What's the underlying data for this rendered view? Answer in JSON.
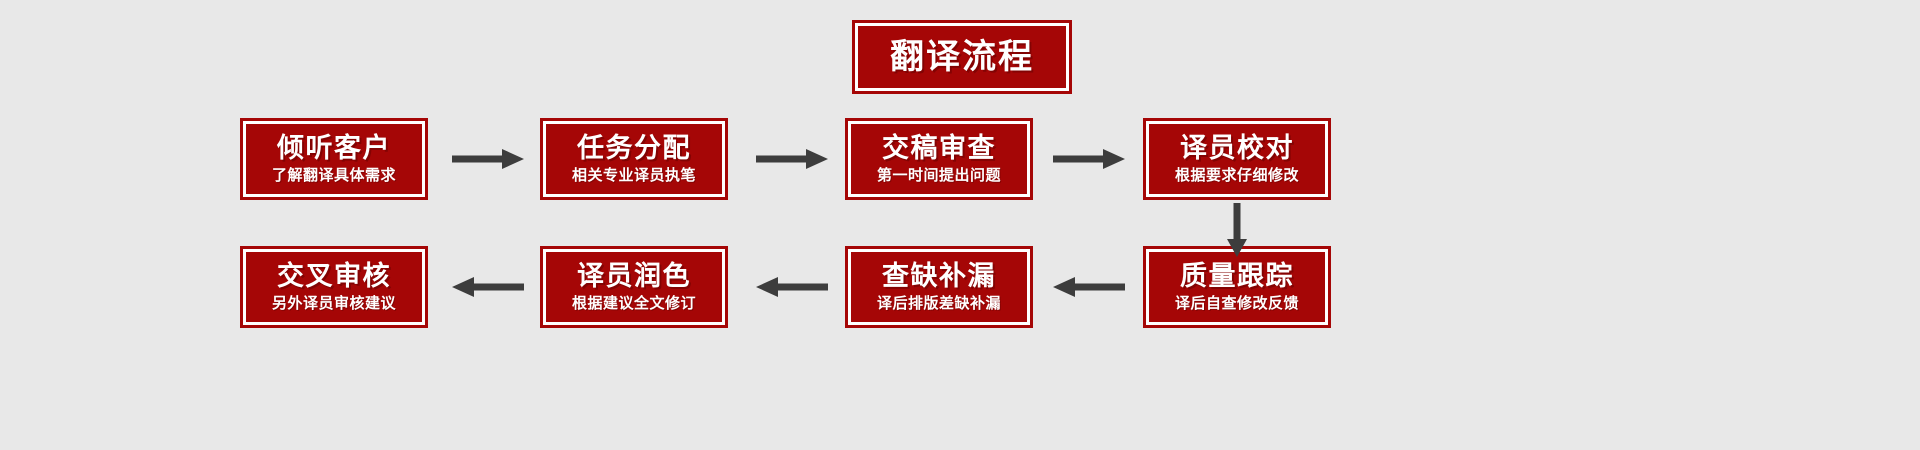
{
  "colors": {
    "background": "#e8e8e8",
    "box_fill": "#a50606",
    "box_border": "#a50606",
    "box_inner_border": "#ffffff",
    "text": "#ffffff",
    "arrow": "#3d3d3d"
  },
  "title": {
    "text": "翻译流程"
  },
  "steps": [
    {
      "id": "step-1",
      "order": 1,
      "title": "倾听客户",
      "subtitle": "了解翻译具体需求",
      "row": 1,
      "column": 1
    },
    {
      "id": "step-2",
      "order": 2,
      "title": "任务分配",
      "subtitle": "相关专业译员执笔",
      "row": 1,
      "column": 2
    },
    {
      "id": "step-3",
      "order": 3,
      "title": "交稿审查",
      "subtitle": "第一时间提出问题",
      "row": 1,
      "column": 3
    },
    {
      "id": "step-4",
      "order": 4,
      "title": "译员校对",
      "subtitle": "根据要求仔细修改",
      "row": 1,
      "column": 4
    },
    {
      "id": "step-5",
      "order": 5,
      "title": "质量跟踪",
      "subtitle": "译后自查修改反馈",
      "row": 2,
      "column": 4
    },
    {
      "id": "step-6",
      "order": 6,
      "title": "查缺补漏",
      "subtitle": "译后排版差缺补漏",
      "row": 2,
      "column": 3
    },
    {
      "id": "step-7",
      "order": 7,
      "title": "译员润色",
      "subtitle": "根据建议全文修订",
      "row": 2,
      "column": 2
    },
    {
      "id": "step-8",
      "order": 8,
      "title": "交叉审核",
      "subtitle": "另外译员审核建议",
      "row": 2,
      "column": 1
    }
  ],
  "connectors": [
    {
      "id": "arrow-1-2",
      "direction": "right",
      "from": "step-1",
      "to": "step-2"
    },
    {
      "id": "arrow-2-3",
      "direction": "right",
      "from": "step-2",
      "to": "step-3"
    },
    {
      "id": "arrow-3-4",
      "direction": "right",
      "from": "step-3",
      "to": "step-4"
    },
    {
      "id": "arrow-4-5",
      "direction": "down",
      "from": "step-4",
      "to": "step-5"
    },
    {
      "id": "arrow-5-6",
      "direction": "left",
      "from": "step-5",
      "to": "step-6"
    },
    {
      "id": "arrow-6-7",
      "direction": "left",
      "from": "step-6",
      "to": "step-7"
    },
    {
      "id": "arrow-7-8",
      "direction": "left",
      "from": "step-7",
      "to": "step-8"
    }
  ]
}
